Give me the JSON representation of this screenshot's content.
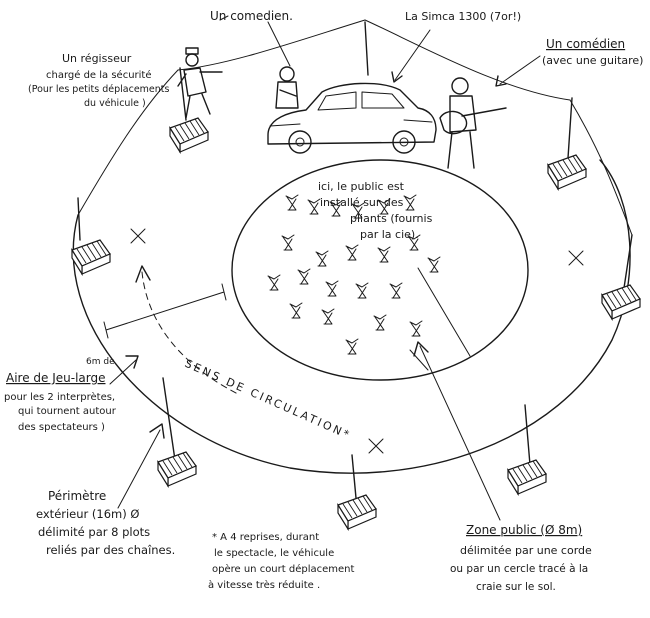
{
  "labels": {
    "comedian_top": "Un comedien.",
    "simca": "La Simca 1300 (7or!)",
    "comedian_guitar_1": "Un comédien",
    "comedian_guitar_2": "(avec une guitare)",
    "regisseur_1": "Un régisseur",
    "regisseur_2": "chargé de la sécurité",
    "regisseur_3": "(Pour les petits déplacements",
    "regisseur_4": "du véhicule )",
    "public_1": "ici, le public est",
    "public_2": "installé sur des",
    "public_3": "pliants (fournis",
    "public_4": "par la cie).",
    "aire_1": "6m de",
    "aire_2": "Aire de Jeu-large",
    "aire_3": "pour les 2 interprètes,",
    "aire_4": "qui tournent autour",
    "aire_5": "des spectateurs )",
    "sens": "SENS DE CIRCULATION*",
    "perimetre_1": "Périmètre",
    "perimetre_2": "extérieur (16m) Ø",
    "perimetre_3": "délimité par 8 plots",
    "perimetre_4": "reliés par des chaînes.",
    "note_1": "* A 4 reprises, durant",
    "note_2": "le spectacle, le véhicule",
    "note_3": "opère un court déplacement",
    "note_4": "à vitesse très réduite .",
    "zone_1": "Zone public (Ø 8m)",
    "zone_2": "délimitée par une corde",
    "zone_3": "ou par un cercle tracé à la",
    "zone_4": "craie sur le sol."
  },
  "icons": {
    "chairs": "folding-chair-icon",
    "posts": "post-icon",
    "car": "car-icon",
    "person": "person-icon",
    "cross": "cross-mark-icon"
  },
  "colors": {
    "ink": "#1a1a1a",
    "paper": "#ffffff"
  }
}
